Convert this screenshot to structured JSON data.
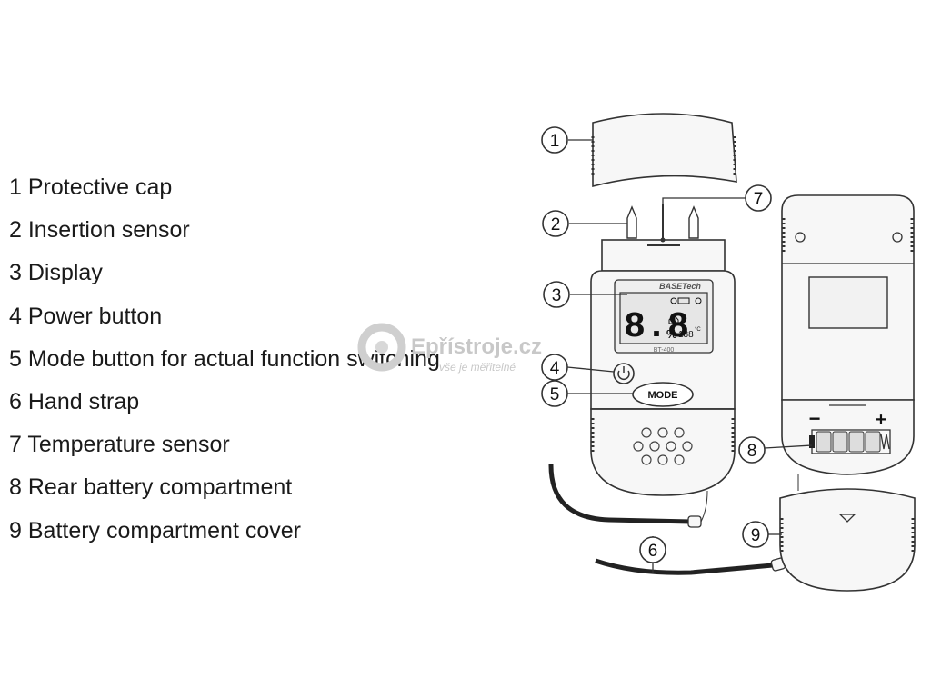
{
  "legend": [
    {
      "num": "1",
      "label": "Protective cap"
    },
    {
      "num": "2",
      "label": "Insertion sensor"
    },
    {
      "num": "3",
      "label": "Display"
    },
    {
      "num": "4",
      "label": "Power button"
    },
    {
      "num": "5",
      "label": "Mode button for actual function switching"
    },
    {
      "num": "6",
      "label": "Hand strap"
    },
    {
      "num": "7",
      "label": "Temperature sensor"
    },
    {
      "num": "8",
      "label": "Rear battery compartment"
    },
    {
      "num": "9",
      "label": "Battery compartment cover"
    }
  ],
  "callouts": [
    "1",
    "2",
    "3",
    "4",
    "5",
    "6",
    "7",
    "8",
    "9"
  ],
  "device": {
    "brand": "BASETech",
    "model": "BT-400",
    "display_digits": "8.8",
    "display_percent": "%",
    "display_temp": "188",
    "display_temp_unit": "°C",
    "mode_label": "MODE",
    "battery_minus": "−",
    "battery_plus": "+"
  },
  "watermark": {
    "name": "Epřístroje.cz",
    "tagline": "vše je měřitelné"
  },
  "colors": {
    "line": "#333333",
    "fill": "#f7f7f7",
    "lcd": "#e6e6e6",
    "strap": "#222222",
    "watermark": "#c8c8c8"
  }
}
